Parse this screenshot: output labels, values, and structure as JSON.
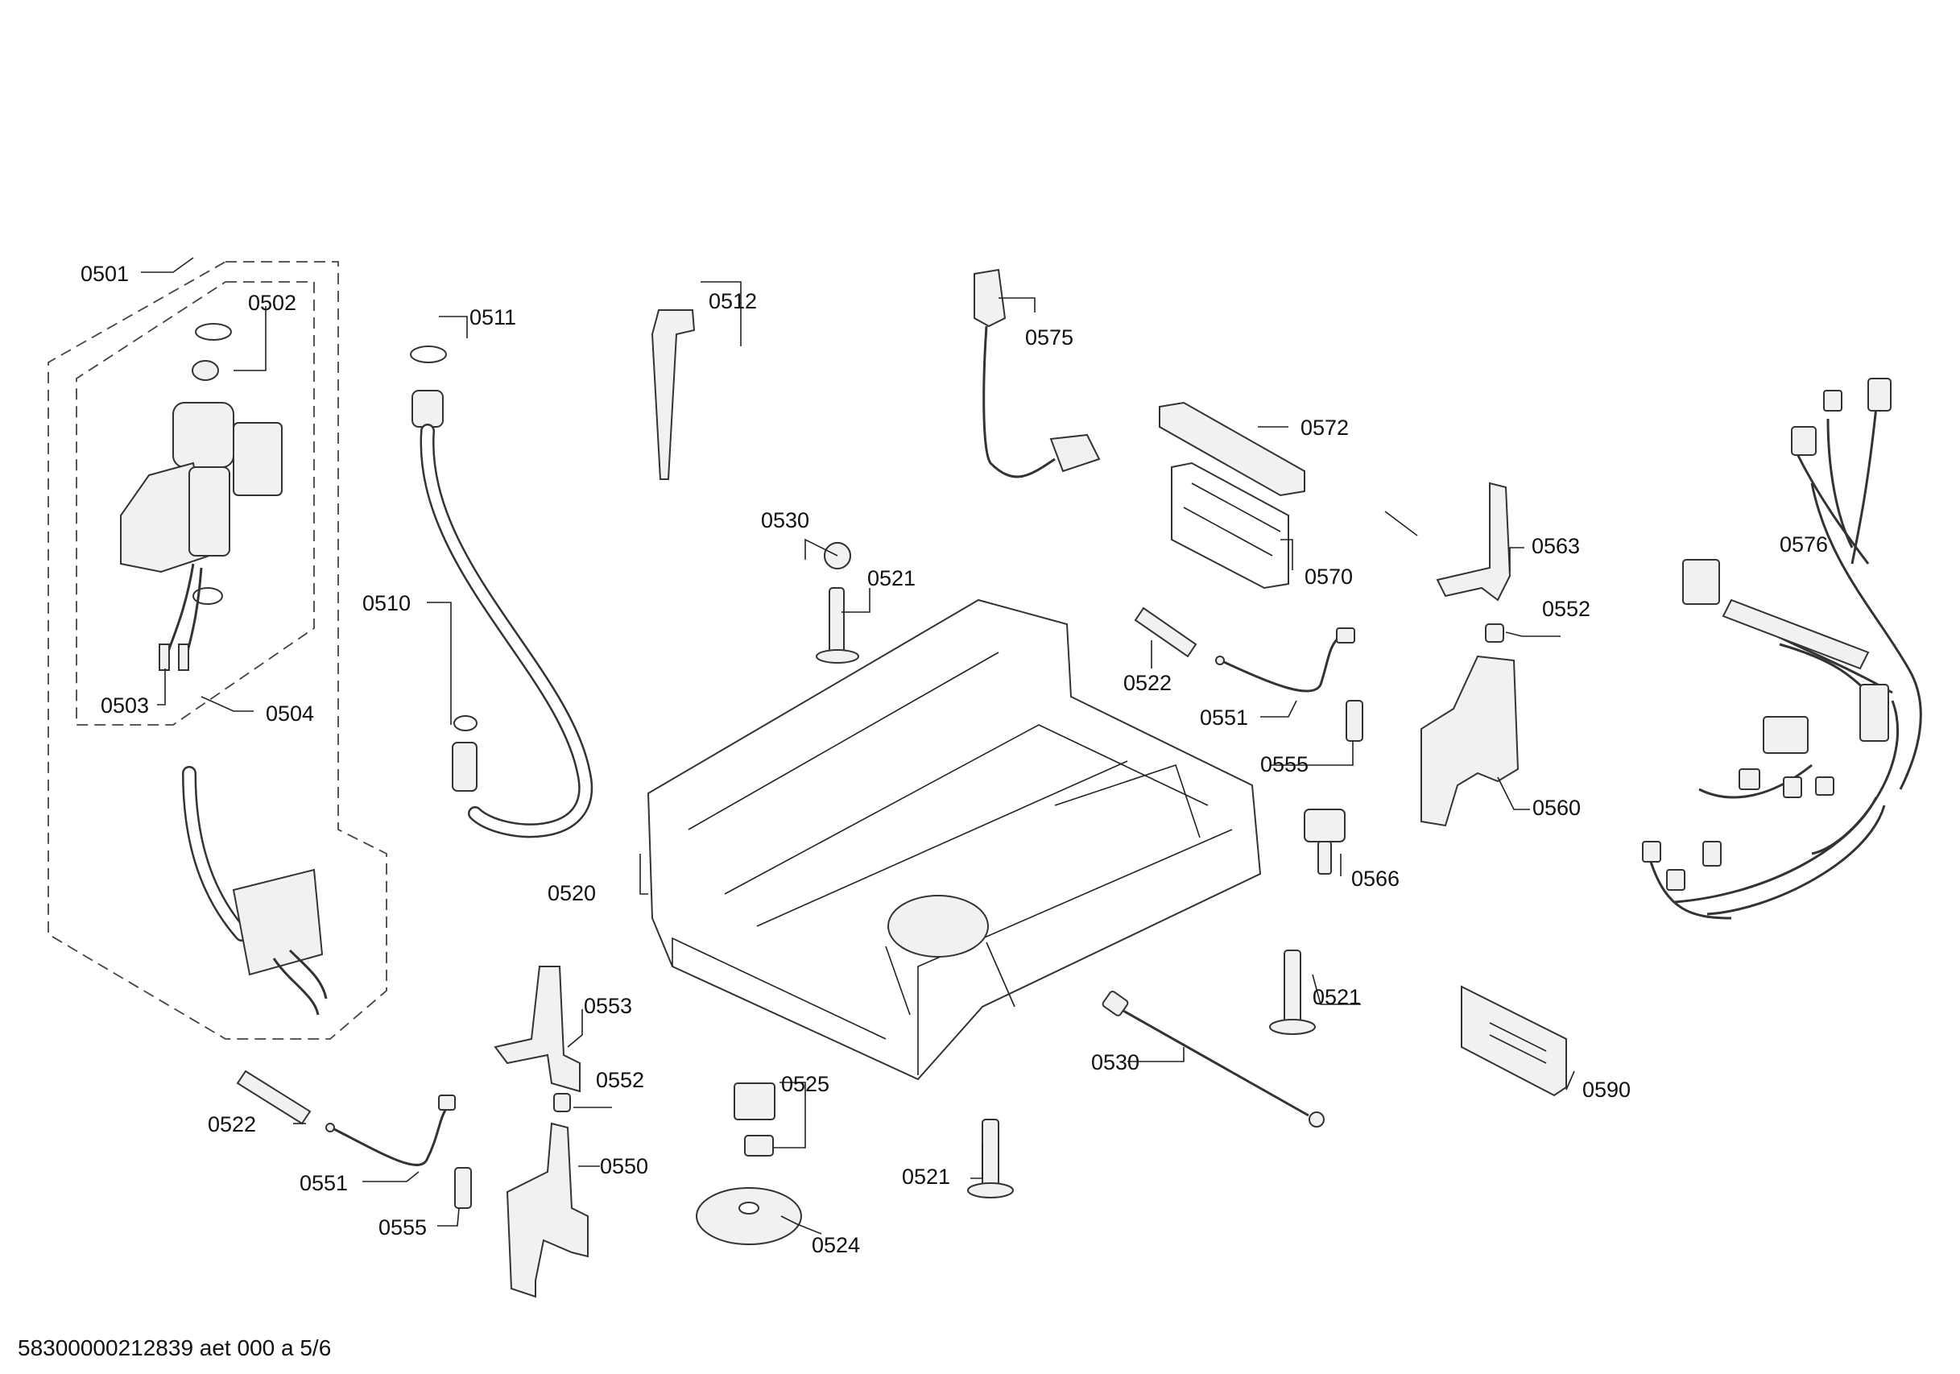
{
  "labels": {
    "l0501": "0501",
    "l0502": "0502",
    "l0503": "0503",
    "l0504": "0504",
    "l0510": "0510",
    "l0511": "0511",
    "l0512": "0512",
    "l0520": "0520",
    "l0521a": "0521",
    "l0521b": "0521",
    "l0521c": "0521",
    "l0522a": "0522",
    "l0522b": "0522",
    "l0524": "0524",
    "l0525": "0525",
    "l0530a": "0530",
    "l0530b": "0530",
    "l0550": "0550",
    "l0551a": "0551",
    "l0551b": "0551",
    "l0552a": "0552",
    "l0552b": "0552",
    "l0553": "0553",
    "l0555a": "0555",
    "l0555b": "0555",
    "l0560": "0560",
    "l0563": "0563",
    "l0566": "0566",
    "l0570": "0570",
    "l0572": "0572",
    "l0575": "0575",
    "l0576": "0576",
    "l0590": "0590"
  },
  "footer": "58300000212839 aet 000 a 5/6"
}
